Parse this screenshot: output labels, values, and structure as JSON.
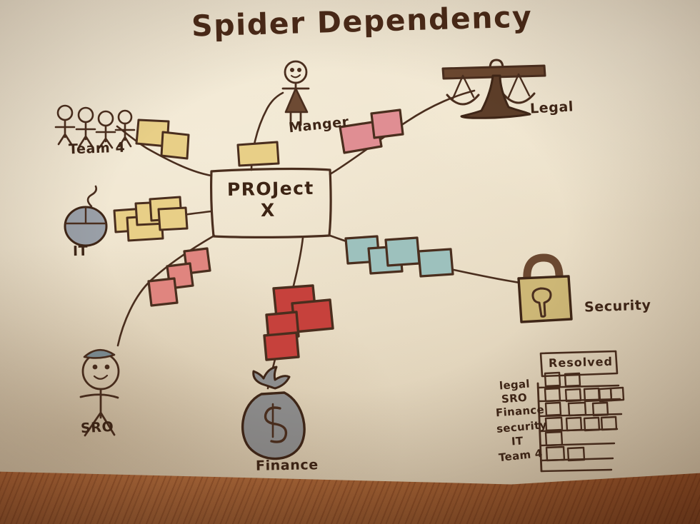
{
  "title": "Spider Dependency",
  "center": {
    "line1": "PROJect",
    "line2": "X"
  },
  "nodes": [
    {
      "id": "team4",
      "label": "Team 4",
      "icon": "four-stick-figures-icon",
      "tokens": 2,
      "token_color": "#e8cf87"
    },
    {
      "id": "manager",
      "label": "Manger",
      "icon": "stick-figure-dress-icon",
      "tokens": 1,
      "token_color": "#e8cf87"
    },
    {
      "id": "legal",
      "label": "Legal",
      "icon": "scales-of-justice-icon",
      "tokens": 2,
      "token_color": "#e08e93"
    },
    {
      "id": "it",
      "label": "IT",
      "icon": "computer-mouse-icon",
      "tokens": 5,
      "token_color": "#e8cf87"
    },
    {
      "id": "security",
      "label": "Security",
      "icon": "padlock-icon",
      "tokens": 4,
      "token_color": "#9dc1bd"
    },
    {
      "id": "sro",
      "label": "SRO",
      "icon": "stick-figure-hat-icon",
      "tokens": 3,
      "token_color": "#e0857f"
    },
    {
      "id": "finance",
      "label": "Finance",
      "icon": "money-bag-icon",
      "tokens": 4,
      "token_color": "#c6413c"
    }
  ],
  "resolved_table": {
    "header": "Resolved",
    "rows": [
      {
        "label": "legal",
        "count": 2
      },
      {
        "label": "SRO",
        "count": 5
      },
      {
        "label": "Finance",
        "count": 3
      },
      {
        "label": "security",
        "count": 4
      },
      {
        "label": "IT",
        "count": 1
      },
      {
        "label": "Team 4",
        "count": 2
      }
    ]
  },
  "chart_data": {
    "type": "bar",
    "title": "Resolved",
    "categories": [
      "legal",
      "SRO",
      "Finance",
      "security",
      "IT",
      "Team 4"
    ],
    "values": [
      2,
      5,
      3,
      4,
      1,
      2
    ],
    "xlabel": "",
    "ylabel": "",
    "ylim": [
      0,
      6
    ]
  },
  "colors": {
    "ink": "#4a2e1e",
    "paper": "#efe4cd",
    "yellow_token": "#e8cf87",
    "pink_token": "#e08e93",
    "red_token": "#c6413c",
    "teal_token": "#9dc1bd",
    "desk": "#c97a42"
  }
}
